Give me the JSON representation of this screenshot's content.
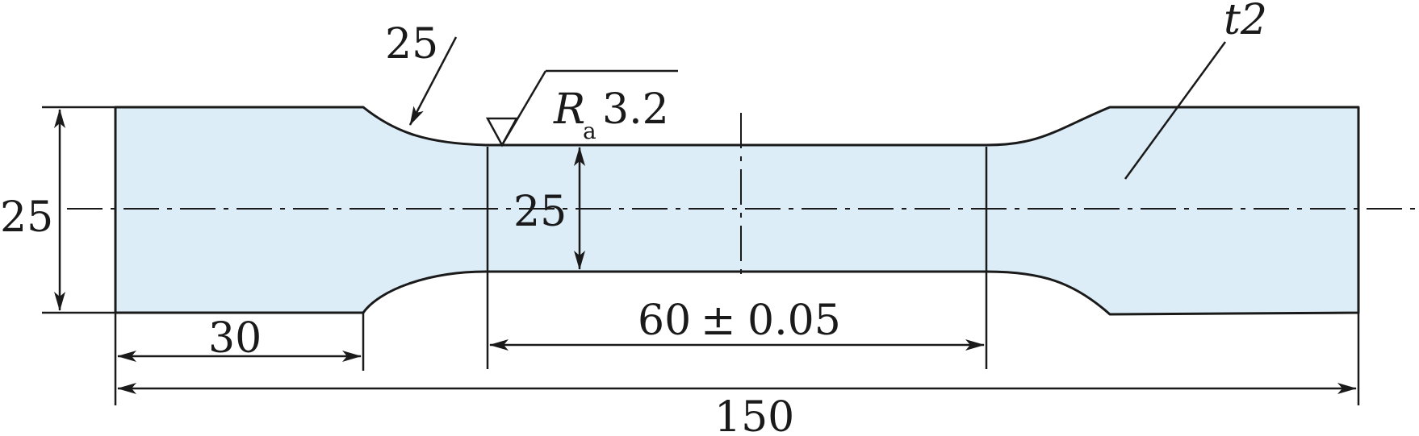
{
  "dimensions": {
    "grip_width_left": "25",
    "fillet_radius": "25",
    "gauge_width": "25",
    "grip_length": "30",
    "gauge_length": "60",
    "gauge_tolerance_sign": "±",
    "gauge_tolerance": "0.05",
    "total_length": "150",
    "thickness": "t2"
  },
  "surface_finish": {
    "symbol": "R",
    "subscript": "a",
    "value": "3.2"
  },
  "colors": {
    "body_fill": "#dcedf8",
    "line": "#1a1a1a"
  }
}
